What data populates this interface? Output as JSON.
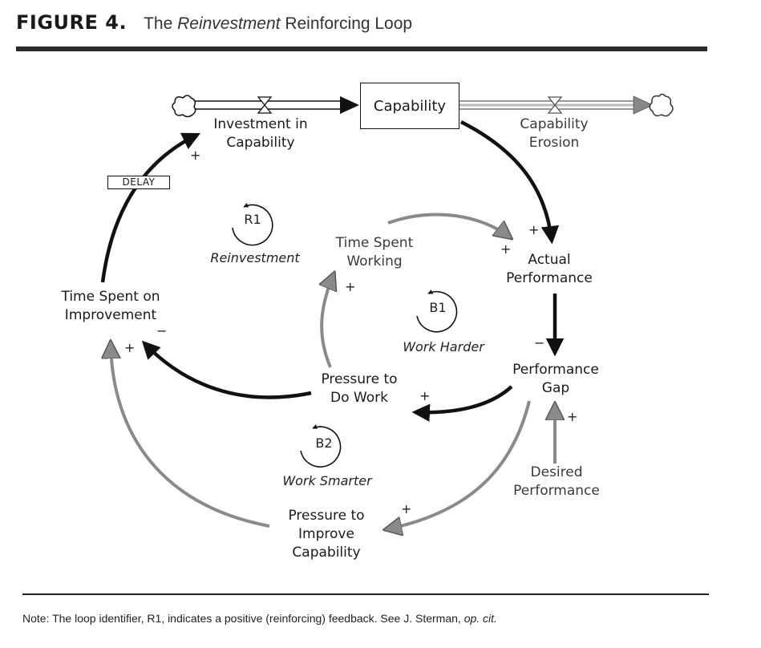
{
  "header": {
    "figure_label": "FIGURE 4.",
    "title_pre": "The",
    "title_italic": "Reinvestment",
    "title_post": "Reinforcing Loop"
  },
  "stock": {
    "label": "Capability"
  },
  "flows": {
    "inflow_label_1": "Investment in",
    "inflow_label_2": "Capability",
    "outflow_label_1": "Capability",
    "outflow_label_2": "Erosion"
  },
  "delay": {
    "label": "DELAY"
  },
  "variables": {
    "time_improvement_1": "Time Spent on",
    "time_improvement_2": "Improvement",
    "time_working_1": "Time Spent",
    "time_working_2": "Working",
    "actual_perf_1": "Actual",
    "actual_perf_2": "Performance",
    "perf_gap_1": "Performance",
    "perf_gap_2": "Gap",
    "desired_perf_1": "Desired",
    "desired_perf_2": "Performance",
    "pressure_work_1": "Pressure to",
    "pressure_work_2": "Do Work",
    "pressure_improve_1": "Pressure to",
    "pressure_improve_2": "Improve",
    "pressure_improve_3": "Capability"
  },
  "loops": {
    "r1_id": "R1",
    "r1_name": "Reinvestment",
    "b1_id": "B1",
    "b1_name": "Work Harder",
    "b2_id": "B2",
    "b2_name": "Work Smarter"
  },
  "signs": {
    "plus": "+",
    "minus": "−"
  },
  "note": {
    "text": "Note: The loop identifier, R1, indicates a positive (reinforcing) feedback. See J. Sterman, ",
    "italic": "op. cit."
  },
  "colors": {
    "black_link": "#111111",
    "gray_link": "#8a8a8a"
  }
}
